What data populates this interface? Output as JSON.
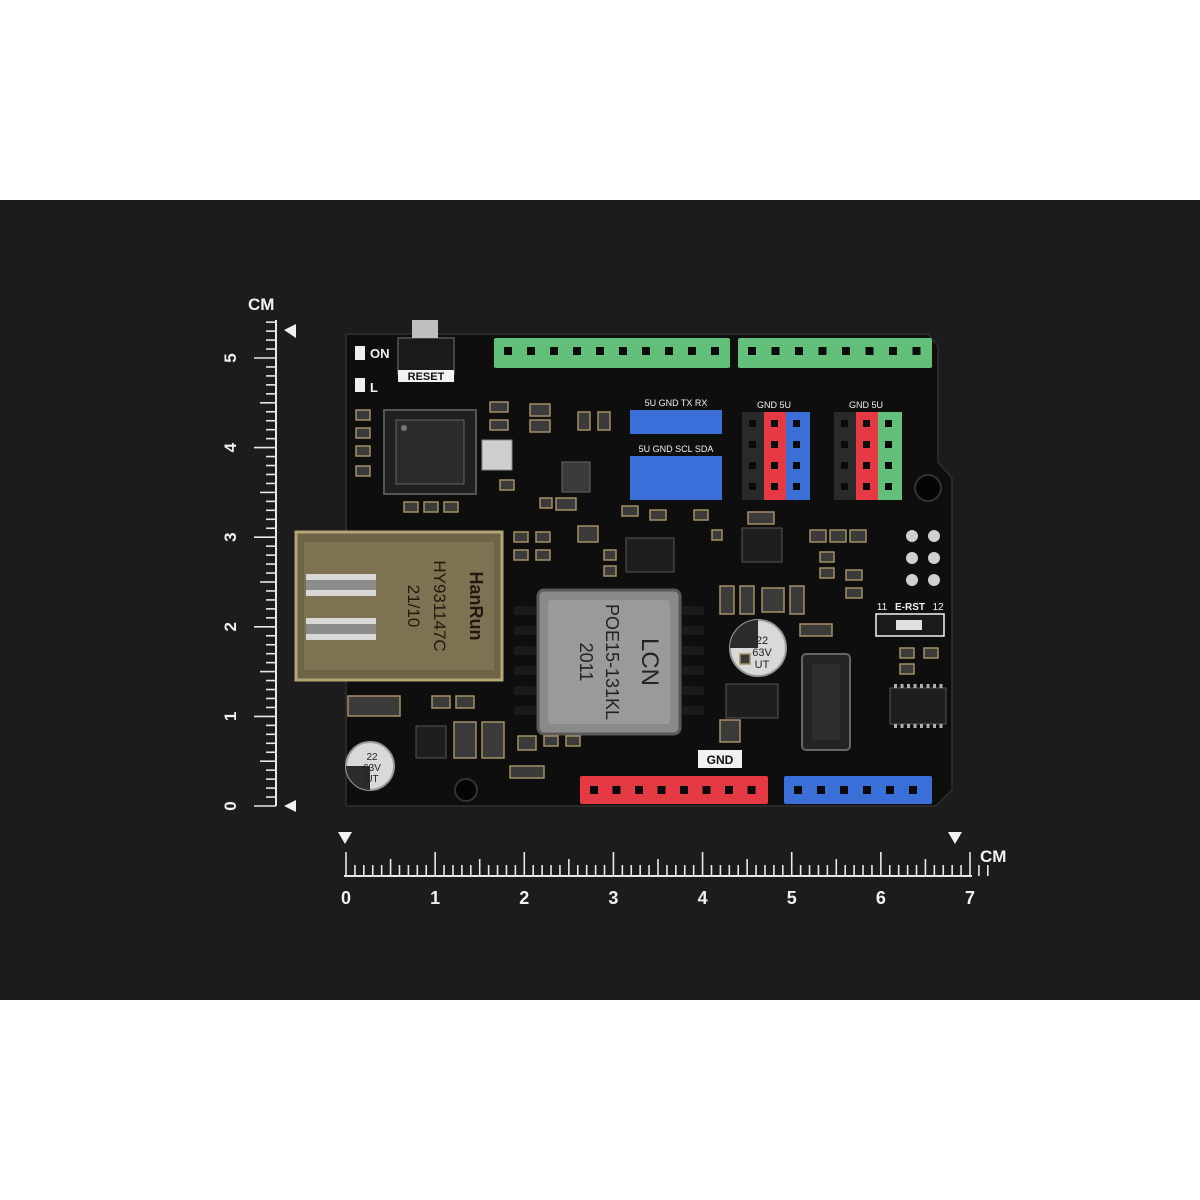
{
  "colors": {
    "background": "#ffffff",
    "backdrop": "#1c1c1e",
    "pcb": "#0e0e0e",
    "header_green": "#63c07a",
    "header_red": "#e53a43",
    "header_blue": "#3a6fd8",
    "ruler_text": "#f2f2f2",
    "chip_text": "#f1c40f"
  },
  "ruler_vertical": {
    "unit": "CM",
    "labels": [
      "5",
      "4",
      "3",
      "2",
      "1",
      "0"
    ]
  },
  "ruler_horizontal": {
    "unit": "CM",
    "labels": [
      "0",
      "1",
      "2",
      "3",
      "4",
      "5",
      "6",
      "7"
    ]
  },
  "board": {
    "led_on": "ON",
    "led_l": "L",
    "reset": "RESET",
    "gnd_label": "GND",
    "ersl": "E-RST",
    "ersl_left": "11",
    "ersl_right": "12",
    "uart_labels": "5U  GND  TX  RX",
    "i2c_labels": "5U  GND SCL SDA",
    "io_left_labels": "GND 5U",
    "io_right_labels": "GND 5U",
    "rj45": {
      "brand": "HanRun",
      "model": "HY931147C",
      "date": "21/10"
    },
    "transformer": {
      "brand": "LCN",
      "model": "POE15-131KL",
      "year": "2011"
    },
    "cap_right": {
      "top": "22",
      "mid": "63V",
      "bottom": "UT"
    },
    "cap_left": {
      "top": "22",
      "mid": "63V",
      "bottom": "UT"
    }
  }
}
